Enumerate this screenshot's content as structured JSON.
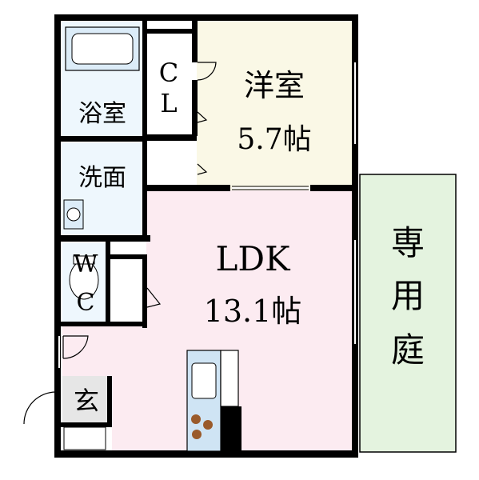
{
  "rooms": {
    "western": {
      "name": "洋室",
      "size": "5.7帖",
      "color": "#FAF8E6"
    },
    "ldk": {
      "name": "LDK",
      "size": "13.1帖",
      "color": "#FCEBF1"
    },
    "bath": {
      "name": "浴室",
      "color": "#EEF7FD"
    },
    "closet": {
      "name_top": "C",
      "name_bottom": "L",
      "color": "#FFFFFF"
    },
    "washroom": {
      "name": "洗面",
      "color": "#EEF7FD"
    },
    "wc": {
      "name_top": "W",
      "name_bottom": "C",
      "color": "#EEF7FD"
    },
    "entrance": {
      "name": "玄",
      "color": "#E6E6E6"
    },
    "garden": {
      "line1": "専",
      "line2": "用",
      "line3": "庭",
      "color": "#E4F3DF"
    }
  },
  "colors": {
    "wall": "#000000",
    "fixture": "#CFE4F4",
    "stove": "#9A5A2A",
    "hall": "#FCEBF1"
  }
}
